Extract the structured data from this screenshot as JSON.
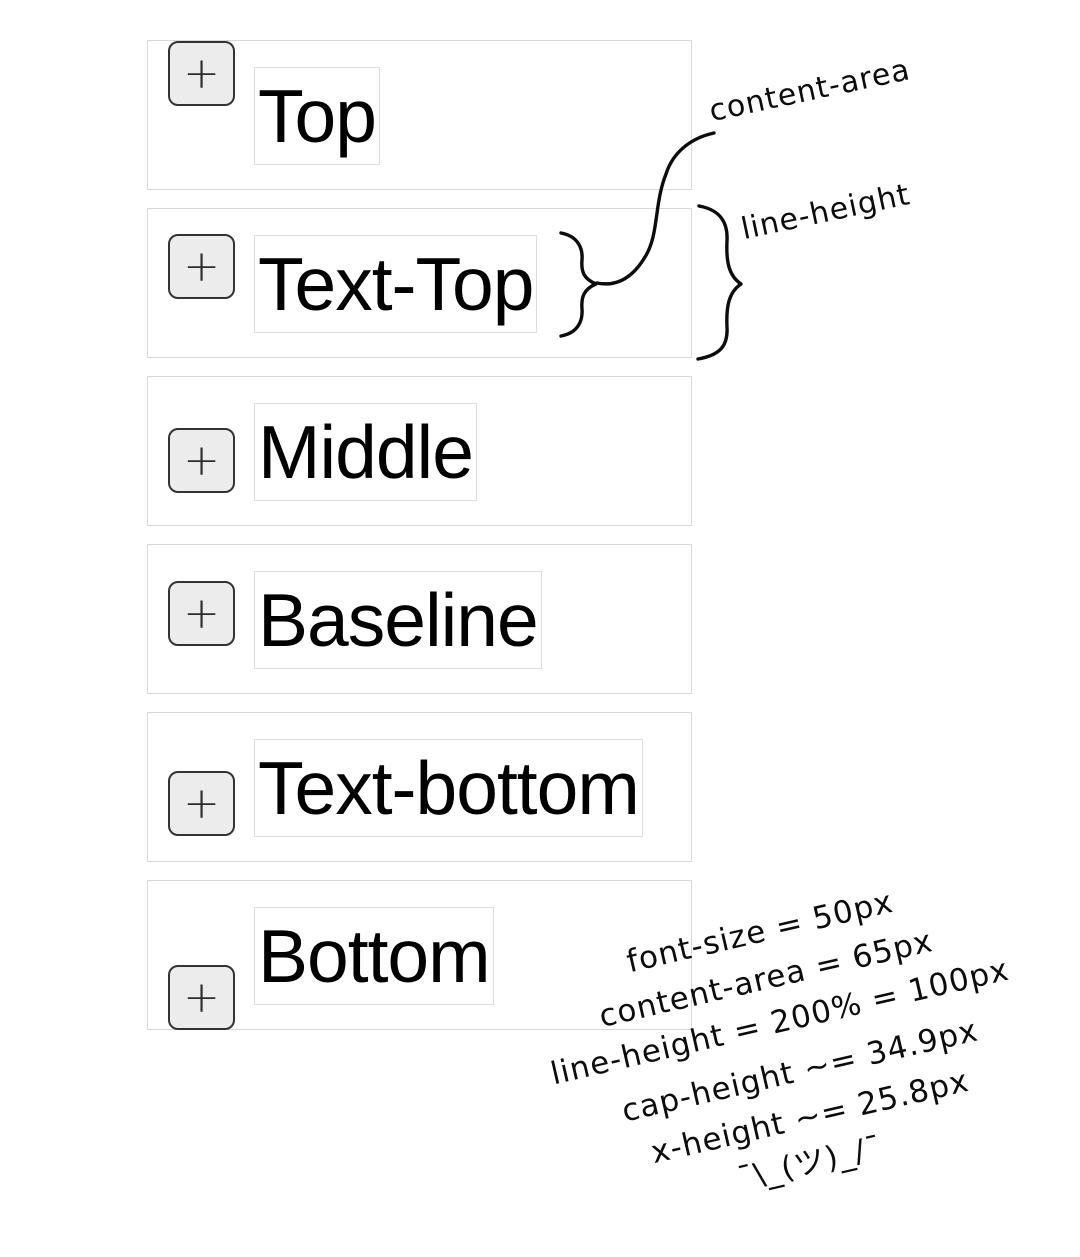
{
  "rows": [
    {
      "label": "Top",
      "align": "top"
    },
    {
      "label": "Text-Top",
      "align": "text-top"
    },
    {
      "label": "Middle",
      "align": "middle"
    },
    {
      "label": "Baseline",
      "align": "baseline"
    },
    {
      "label": "Text-bottom",
      "align": "text-bottom"
    },
    {
      "label": "Bottom",
      "align": "bottom"
    }
  ],
  "plus_button_label": "+",
  "callouts": {
    "content_area": "content-area",
    "line_height": "line-height"
  },
  "metrics": {
    "lines": [
      "font-size = 50px",
      "content-area = 65px",
      "line-height = 200% = 100px",
      "cap-height ~= 34.9px",
      "x-height ~= 25.8px",
      "¯\\_(ツ)_/¯"
    ]
  },
  "colors": {
    "bg": "#ffffff",
    "box-border": "#d8d8d8",
    "textbox-border": "#dcdcdc",
    "button-border": "#333333",
    "button-bg": "#ececec",
    "text": "#000000",
    "ink": "#0c0c0c"
  }
}
